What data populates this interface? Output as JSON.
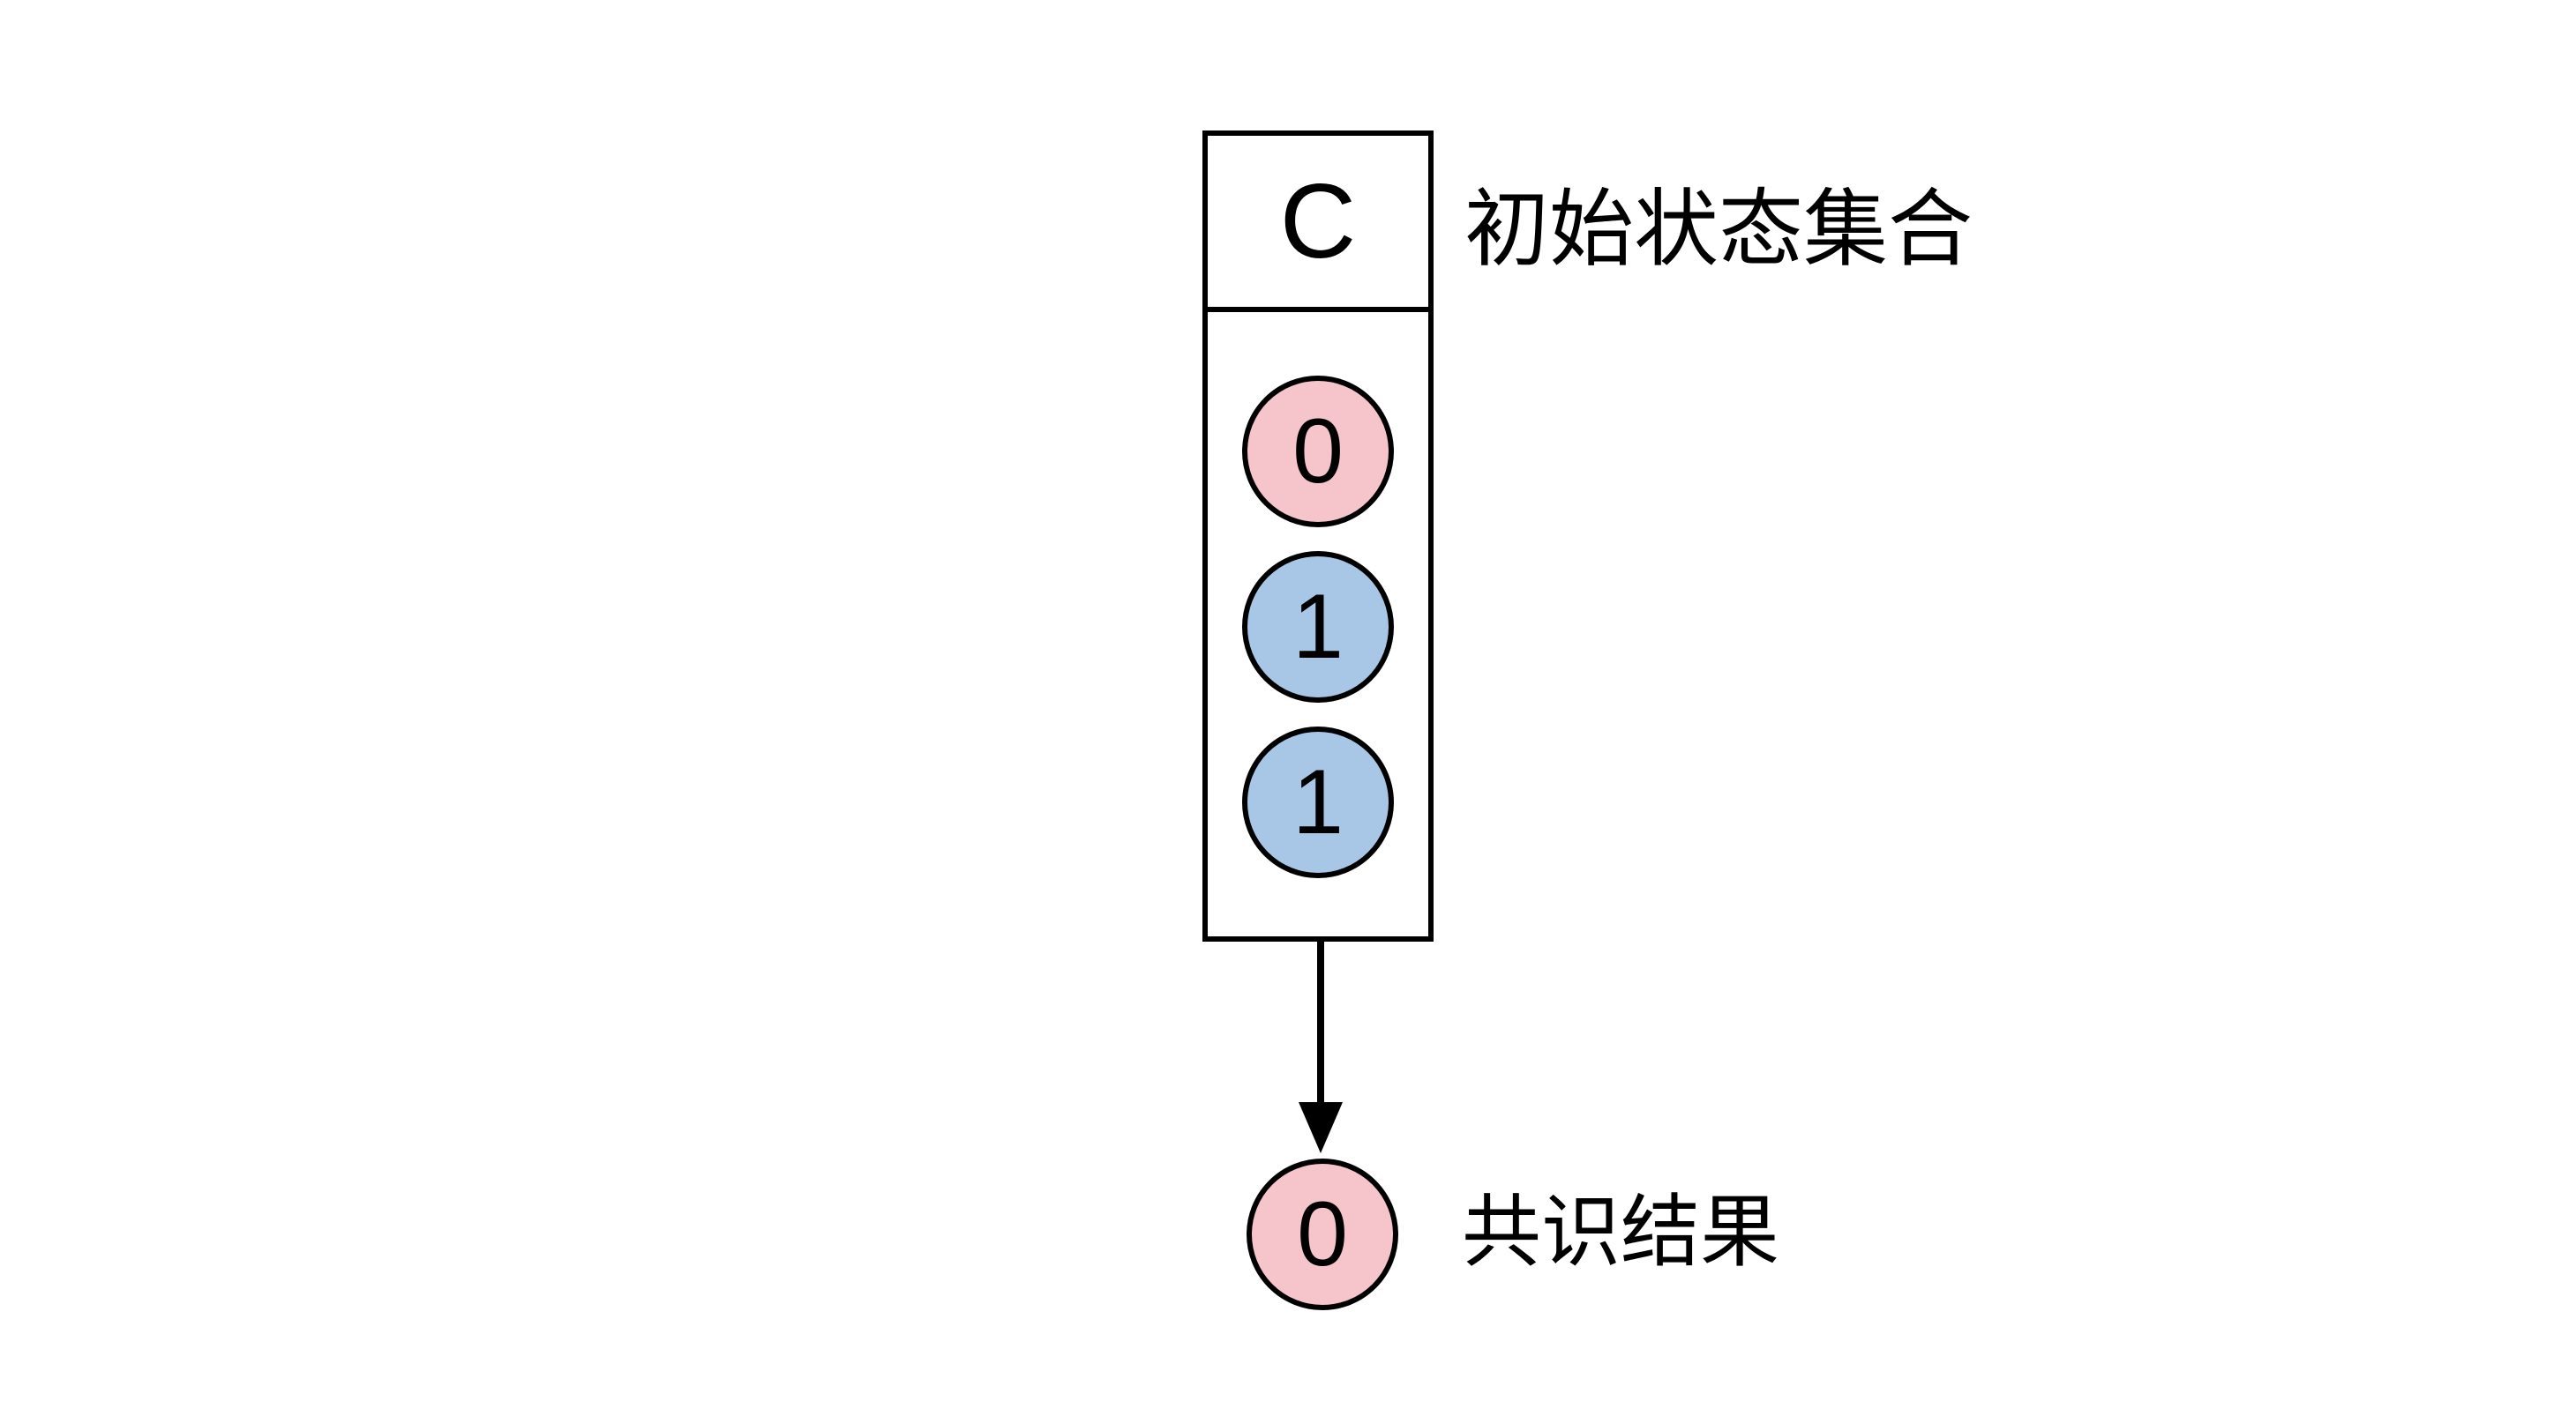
{
  "diagram": {
    "initial_set": {
      "header_label": "C",
      "annotation": "初始状态集合",
      "items": [
        {
          "value": "0",
          "color": "#F6C4CB"
        },
        {
          "value": "1",
          "#comment": "blue node",
          "color": "#A8C7E6"
        },
        {
          "value": "1",
          "color": "#A8C7E6"
        }
      ]
    },
    "result": {
      "value": "0",
      "color": "#F6C4CB",
      "annotation": "共识结果"
    },
    "colors": {
      "node_pink": "#F6C4CB",
      "node_blue": "#A8C7E6",
      "stroke": "#000000",
      "background": "#FFFFFF"
    }
  }
}
